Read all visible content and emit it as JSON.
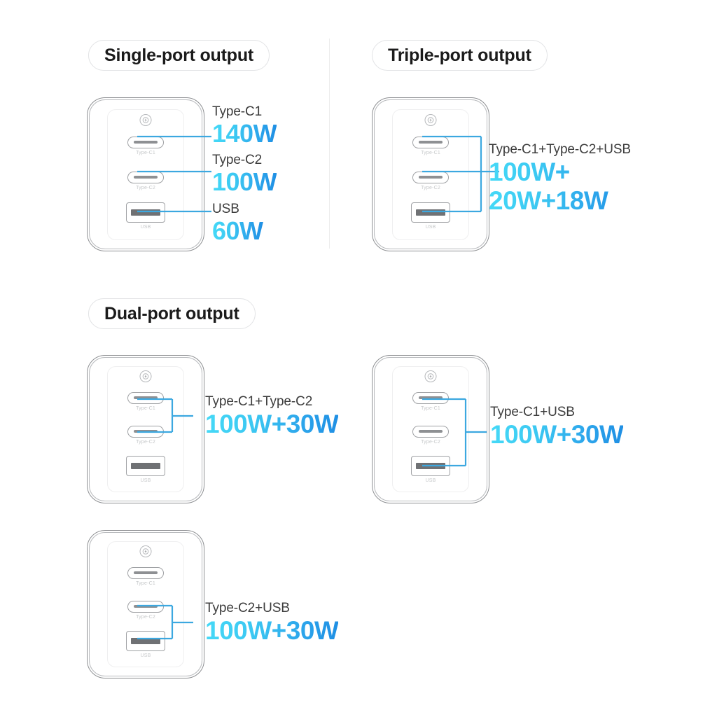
{
  "sections": {
    "single": {
      "title": "Single-port output"
    },
    "triple": {
      "title": "Triple-port output"
    },
    "dual": {
      "title": "Dual-port output"
    }
  },
  "device": {
    "logo_icon": "lightning-bolt-badge-icon",
    "ports": [
      {
        "id": "type-c1",
        "label": "Type-C1",
        "kind": "usb-c"
      },
      {
        "id": "type-c2",
        "label": "Type-C2",
        "kind": "usb-c"
      },
      {
        "id": "usb",
        "label": "USB",
        "kind": "usb-a"
      }
    ]
  },
  "callouts": {
    "single": [
      {
        "caption": "Type-C1",
        "power": "140W"
      },
      {
        "caption": "Type-C2",
        "power": "100W"
      },
      {
        "caption": "USB",
        "power": "60W"
      }
    ],
    "triple": {
      "caption": "Type-C1+Type-C2+USB",
      "power_line1": "100W+",
      "power_line2": "20W+18W"
    },
    "dual_c1_c2": {
      "caption": "Type-C1+Type-C2",
      "power": "100W+30W"
    },
    "dual_c1_usb": {
      "caption": "Type-C1+USB",
      "power": "100W+30W"
    },
    "dual_c2_usb": {
      "caption": "Type-C2+USB",
      "power": "100W+30W"
    }
  },
  "colors": {
    "accent_cyan": "#45D9F7",
    "accent_blue": "#1F8FE4",
    "connector_line": "#3CA8E0",
    "device_outline": "#8D8F92",
    "text_dark": "#1B1B1B",
    "text_caption": "#3C3C3C",
    "port_label": "#C6C8CA",
    "background": "#FFFFFF"
  }
}
